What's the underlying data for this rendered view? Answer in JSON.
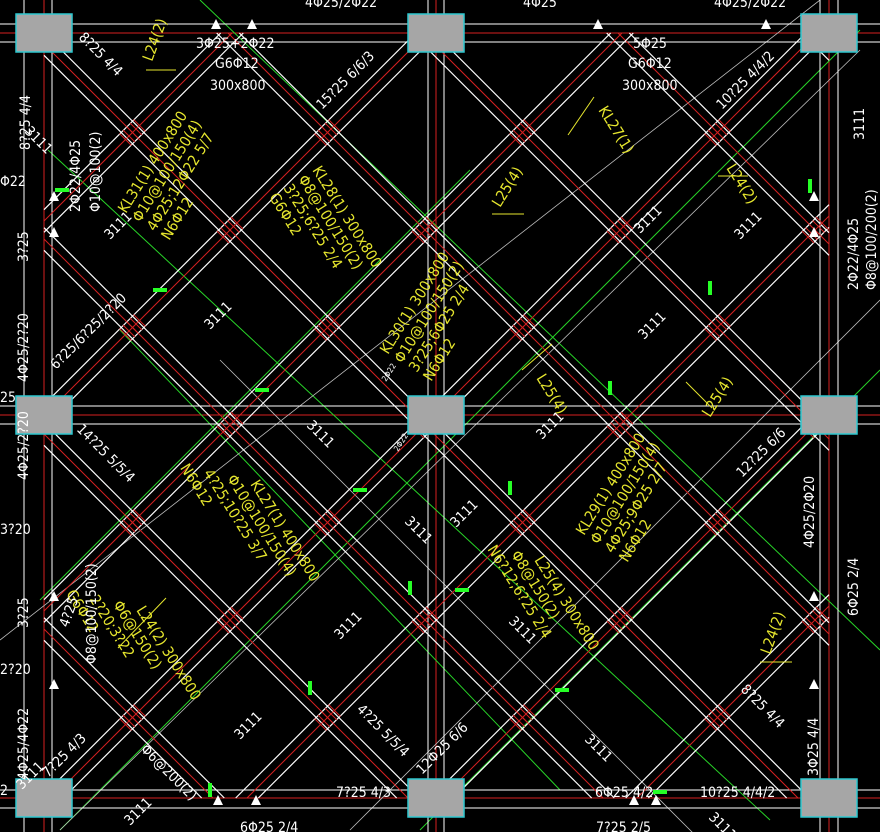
{
  "colors": {
    "background": "#000000",
    "beam": "#ffffff",
    "beam_core": "#d62020",
    "axis": "#d62020",
    "slab_line": "#28d428",
    "column_fill": "#a6a6a6",
    "column_edge": "#2ec8d0",
    "label_white": "#ffffff",
    "label_yellow": "#e6e62e",
    "marker_green": "#26ff26"
  },
  "beam_labels": {
    "kl31": [
      "KL31(1) 400x800",
      "Φ10@100/150(4)",
      "4Φ25;12Φ22 5/7",
      "N6Φ12"
    ],
    "kl28": [
      "KL28(1) 300x800",
      "Φ8@100/150(2)",
      "3?25;6?25 2/4",
      "G6Φ12"
    ],
    "kl30": [
      "KL30(1) 300x800",
      "Φ10@100/150(2)",
      "3?25;6Φ25 2/4",
      "N6Φ12"
    ],
    "kl27a": [
      "KL27(1)"
    ],
    "kl27b": [
      "KL27(1) 400x800",
      "Φ10@100/150(4)",
      "4?25;10?25 3/7",
      "N6Φ12"
    ],
    "kl29": [
      "KL29(1) 400x800",
      "Φ10@100/150(4)",
      "4Φ25;9Φ25 2/7",
      "N6Φ12"
    ],
    "l25_center": [
      "L25(4) 300x800",
      "Φ8@150(2)",
      "N6?12;6?25 2/4"
    ],
    "l24_left": [
      "L24(2) 300x800",
      "Φ6@150(2)",
      "2?20;3?22",
      "G6Φ12"
    ],
    "l24_top": [
      "L24(2)"
    ],
    "l24_right_top": [
      "L24(2)"
    ],
    "l24_right_bottom": [
      "L24(2)"
    ],
    "l25_a": [
      "L25(4)"
    ],
    "l25_b": [
      "L25(4)"
    ],
    "l25_c": [
      "L25(4)"
    ]
  },
  "rebar_labels": {
    "top_left": "4Φ25/2Φ22",
    "top_center": "4Φ25",
    "top_right": "4Φ25/2Φ22",
    "top_left_section": "3Φ25+2Φ22",
    "top_left_g": "G6Φ12",
    "top_left_size": "300x800",
    "top_right_section": "5Φ25",
    "top_right_g": "G6Φ12",
    "top_right_size": "300x800",
    "d_8_25_44_a": "8?25 4/4",
    "d_15_25_663": "15?25 6/6/3",
    "d_10_25_442_a": "10?25 4/4/2",
    "left_8_25_44": "8?25 4/4",
    "left_3111_a": "3111",
    "left_4_25_2_22": "2Φ22/4Φ25",
    "left_10_100_2": "Φ10@100(2)",
    "left_22": "Φ22",
    "left_3_25": "3?25",
    "left_4_25_2_20": "4Φ25/2?20",
    "left_6_25": "6?25/6?25/2?20",
    "left_25": "25",
    "left_14_25": "14?25 5/5/4",
    "left_3_20": "3?20",
    "left_3_25_b": "3?25",
    "left_4_25_b": "4?25",
    "left_8_100": "Φ8@100/150(2)",
    "left_2_20": "2?20",
    "left_4_22": "4Φ25/4Φ22",
    "left_2": "2",
    "bottom_7_25_43_a": "7?25 4/3",
    "bottom_6_200": "Φ6@200(2)",
    "bottom_7_25_43_b": "7?25 4/3",
    "bottom_4_25_554": "4?25 5/5/4",
    "bottom_12_25_66": "12Φ25 6/6",
    "bottom_6_25_42": "6Φ25 4/2",
    "bottom_10_25_442": "10?25 4/4/2",
    "bottom_6_25_24": "6Φ25 2/4",
    "bottom_7_25_25": "7?25 2/5",
    "bottom_3111": "3111",
    "bottom_3111_b": "3111",
    "right_3111": "3111",
    "right_2_22_4_25": "2Φ22/4Φ25",
    "right_8_100_200": "Φ8@100/200(2)",
    "right_12_25_66": "12?25 6/6",
    "right_4_25_2_20": "4Φ25/2Φ20",
    "right_6_25_24": "6Φ25 2/4",
    "right_8_25_44": "8?25 4/4",
    "right_3_25_44": "3Φ25 4/4",
    "c_3111_1": "3111",
    "c_3111_2": "3111",
    "c_3111_3": "3111",
    "c_3111_4": "3111",
    "c_3111_5": "3111",
    "c_3111_6": "3111",
    "c_3111_7": "3111",
    "c_3111_8": "3111",
    "c_3111_9": "3111",
    "c_3111_10": "3111",
    "c_3111_11": "3111",
    "c_3111_12": "3111",
    "c_3111_13": "3111",
    "tiny_1": "2Φ22",
    "tiny_2": "2Φ22"
  }
}
